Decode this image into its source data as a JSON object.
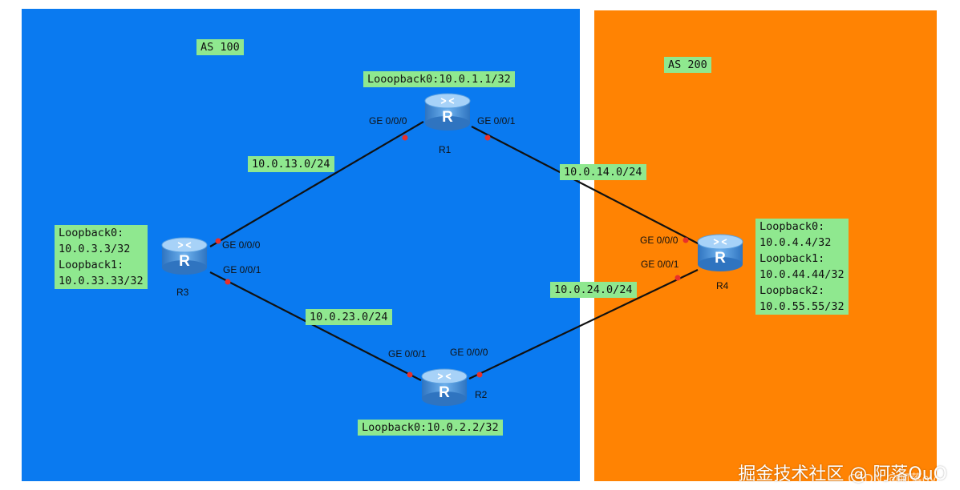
{
  "zones": {
    "as100": {
      "label": "AS 100",
      "color": "#0a7af0"
    },
    "as200": {
      "label": "AS 200",
      "color": "#ff8303"
    }
  },
  "routers": {
    "r1": {
      "name": "R1",
      "icon": "router-icon",
      "glyph": "R"
    },
    "r2": {
      "name": "R2",
      "icon": "router-icon",
      "glyph": "R"
    },
    "r3": {
      "name": "R3",
      "icon": "router-icon",
      "glyph": "R"
    },
    "r4": {
      "name": "R4",
      "icon": "router-icon",
      "glyph": "R"
    }
  },
  "loopbacks": {
    "r1": "Looopback0:10.0.1.1/32",
    "r2": "Loopback0:10.0.2.2/32",
    "r3": "Loopback0:\n10.0.3.3/32\nLoopback1:\n10.0.33.33/32",
    "r4": "Loopback0:\n10.0.4.4/32\nLoopback1:\n10.0.44.44/32\nLoopback2:\n10.0.55.55/32"
  },
  "networks": {
    "r1_r3": "10.0.13.0/24",
    "r1_r4": "10.0.14.0/24",
    "r2_r3": "10.0.23.0/24",
    "r2_r4": "10.0.24.0/24"
  },
  "ports": {
    "r1_ge000": "GE 0/0/0",
    "r1_ge001": "GE 0/0/1",
    "r3_ge000": "GE 0/0/0",
    "r3_ge001": "GE 0/0/1",
    "r2_ge001": "GE 0/0/1",
    "r2_ge000": "GE 0/0/0",
    "r4_ge000": "GE 0/0/0",
    "r4_ge001": "GE 0/0/1"
  },
  "colors": {
    "label_bg": "#8fe88f",
    "link": "#111111",
    "port_dot": "#e8302a",
    "router_body": "#3f8fd8"
  },
  "watermark": {
    "main": "掘金技术社区 @ 阿落OuO",
    "sub": "CSDN @阿落ovo"
  }
}
